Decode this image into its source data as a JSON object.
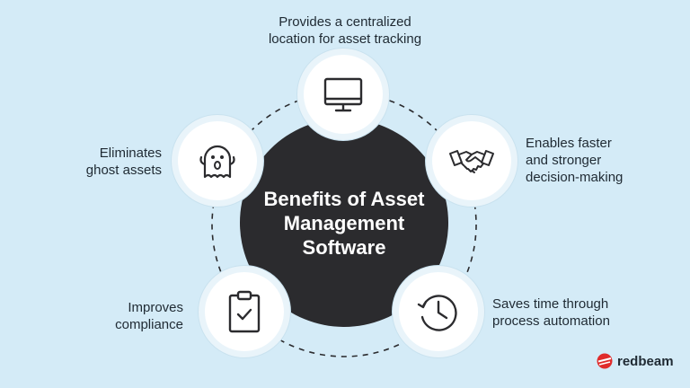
{
  "center": {
    "title_lines": [
      "Benefits of Asset",
      "Management",
      "Software"
    ]
  },
  "benefits": [
    {
      "icon": "monitor-icon",
      "lines": [
        "Provides a centralized",
        "location for asset tracking"
      ]
    },
    {
      "icon": "handshake-icon",
      "lines": [
        "Enables faster",
        "and stronger",
        "decision-making"
      ]
    },
    {
      "icon": "clock-history-icon",
      "lines": [
        "Saves time through",
        "process automation"
      ]
    },
    {
      "icon": "clipboard-check-icon",
      "lines": [
        "Improves",
        "compliance"
      ]
    },
    {
      "icon": "ghost-icon",
      "lines": [
        "Eliminates",
        "ghost assets"
      ]
    }
  ],
  "brand": {
    "name": "redbeam",
    "color": "#e02b2b"
  },
  "colors": {
    "background": "#d4ebf7",
    "center": "#2b2b2e",
    "node": "#ffffff",
    "text": "#1f2a33"
  }
}
